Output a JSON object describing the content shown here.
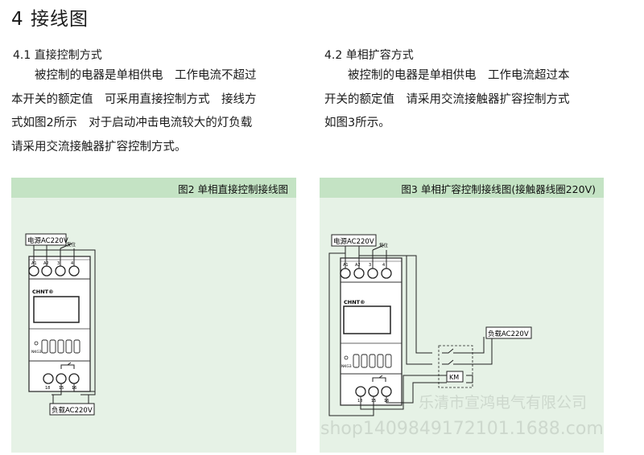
{
  "section_title": "4 接线图",
  "left": {
    "subtitle": "4.1 直接控制方式",
    "lines": [
      "　　被控制的电器是单相供电　工作电流不超过",
      "本开关的额定值　可采用直接控制方式　接线方",
      "式如图2所示　对于启动冲击电流较大的灯负载",
      "请采用交流接触器扩容控制方式。"
    ],
    "figure_caption": "图2 单相直接控制接线图",
    "diagram": {
      "power_label": "电源AC220V",
      "reset_label": "复位",
      "top_terminals": [
        "A1",
        "A2",
        "3",
        "4"
      ],
      "brand": "CHNT®",
      "model": "NKG3",
      "bottom_terminals": [
        "18",
        "15",
        "16"
      ],
      "load_label": "负载AC220V"
    }
  },
  "right": {
    "subtitle": "4.2 单相扩容方式",
    "lines": [
      "　　被控制的电器是单相供电　工作电流超过本",
      "开关的额定值　请采用交流接触器扩容控制方式",
      "如图3所示。"
    ],
    "figure_caption": "图3 单相扩容控制接线图(接触器线圈220V)",
    "diagram": {
      "power_label": "电源AC220V",
      "reset_label": "复位",
      "top_terminals": [
        "A1",
        "A2",
        "3",
        "4"
      ],
      "brand": "CHNT®",
      "model": "NKG3",
      "bottom_terminals": [
        "18",
        "15",
        "16"
      ],
      "load_label": "负载AC220V",
      "contactor_label": "KM"
    }
  },
  "watermark": {
    "company": "乐清市宣鸿电气有限公司",
    "shop": "shop1409849172101.1688.com"
  }
}
